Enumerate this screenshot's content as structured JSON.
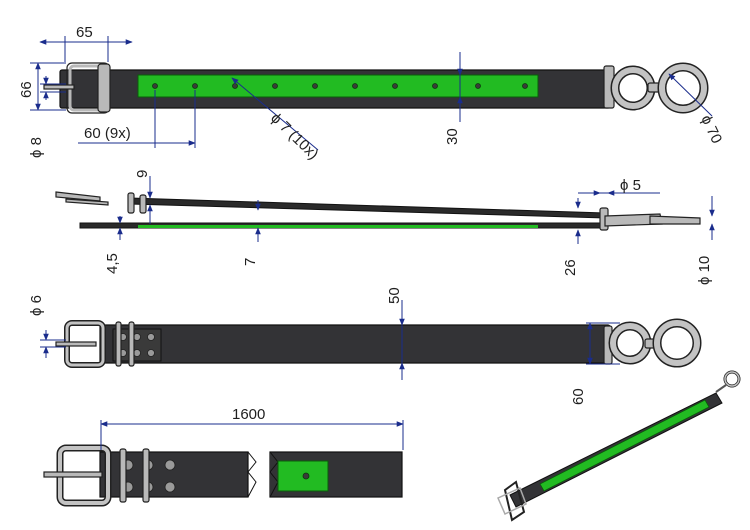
{
  "dimensions": {
    "d65": "65",
    "d66": "66",
    "d8": "ϕ 8",
    "d60x9": "60  (9x)",
    "d7x10": "ϕ 7  (10x)",
    "d30": "30",
    "d70": "ϕ 70",
    "d9": "9",
    "d5": "ϕ  5",
    "d4_5": "4,5",
    "d7": "7",
    "d26": "26",
    "d10": "ϕ 10",
    "d6": "ϕ 6",
    "d50": "50",
    "d60": "60",
    "d1600": "1600"
  },
  "colors": {
    "strap": "#333336",
    "green_pad": "#22bb22",
    "metal": "#b9b9b9",
    "dimension_line": "#1a2c8c"
  }
}
